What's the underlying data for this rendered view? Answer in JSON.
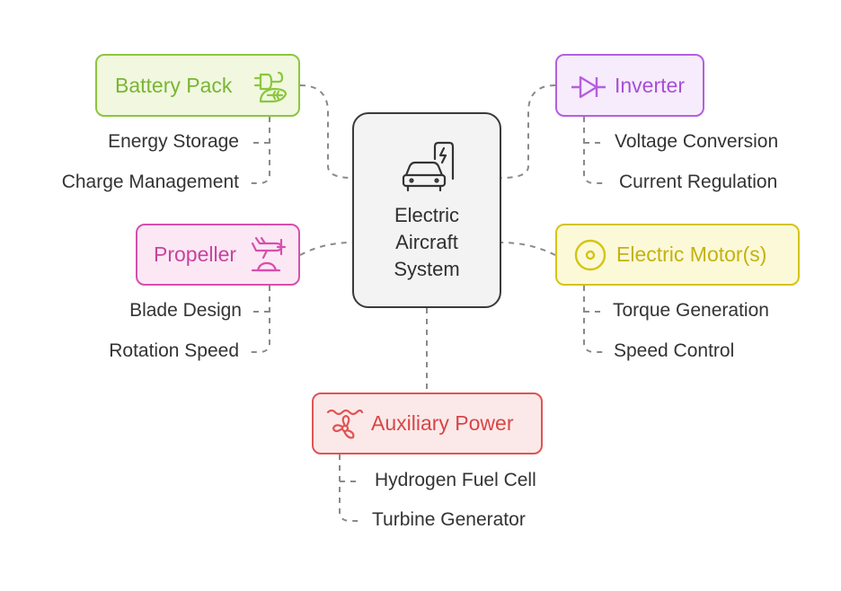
{
  "center": {
    "title_lines": [
      "Electric",
      "Aircraft",
      "System"
    ],
    "icon": "electric-car-icon"
  },
  "nodes": {
    "battery": {
      "label": "Battery Pack",
      "icon": "plug-leaf-icon",
      "color": "#8cc63f",
      "fill": "#f1f8df",
      "items": [
        "Energy Storage",
        "Charge Management"
      ]
    },
    "inverter": {
      "label": "Inverter",
      "icon": "diode-icon",
      "color": "#b45fe0",
      "fill": "#f7ecfc",
      "items": [
        "Voltage Conversion",
        "Current Regulation"
      ]
    },
    "propeller": {
      "label": "Propeller",
      "icon": "plane-icon",
      "color": "#d64fae",
      "fill": "#fbe8f4",
      "items": [
        "Blade Design",
        "Rotation Speed"
      ]
    },
    "motor": {
      "label": "Electric Motor(s)",
      "icon": "motor-disc-icon",
      "color": "#d4c415",
      "fill": "#fcf9d8",
      "items": [
        "Torque Generation",
        "Speed Control"
      ]
    },
    "auxiliary": {
      "label": "Auxiliary Power",
      "icon": "fan-icon",
      "color": "#e05454",
      "fill": "#fbe9e9",
      "items": [
        "Hydrogen Fuel Cell",
        "Turbine Generator"
      ]
    }
  },
  "colors": {
    "connector": "#8a8a8a",
    "text": "#333333",
    "center_border": "#3a3a3a",
    "center_fill": "#f3f3f3"
  }
}
